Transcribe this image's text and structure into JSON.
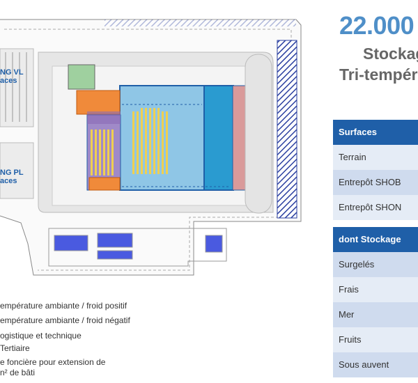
{
  "header": {
    "title": "22.000",
    "subtitle_line1": "Stockag",
    "subtitle_line2": "Tri-tempér"
  },
  "plan": {
    "parking_vl_name": "NG VL",
    "parking_vl_places": "aces",
    "parking_pl_name": "NG PL",
    "parking_pl_places": "aces",
    "colors": {
      "ambient_positive": "#5aa0d8",
      "ambient_negative": "#2a8fc8",
      "logistics": "#f08a3a",
      "tertiary": "#8a6bb5",
      "dry_rack": "#f0d050",
      "pink_zone": "#d99a9a",
      "extension_hatch": "#2a3fa0"
    }
  },
  "legend": [
    "empérature ambiante / froid positif",
    "empérature ambiante / froid négatif",
    "ogistique et technique",
    "Tertiaire",
    "e foncière pour extension de",
    "n² de bâti"
  ],
  "table": {
    "sections": [
      {
        "header": "Surfaces",
        "rows": [
          "Terrain",
          "Entrepôt SHOB",
          "Entrepôt SHON"
        ]
      },
      {
        "header": "dont Stockage",
        "rows": [
          "Surgelés",
          "Frais",
          "Mer",
          "Fruits",
          "Sous auvent"
        ]
      }
    ]
  }
}
